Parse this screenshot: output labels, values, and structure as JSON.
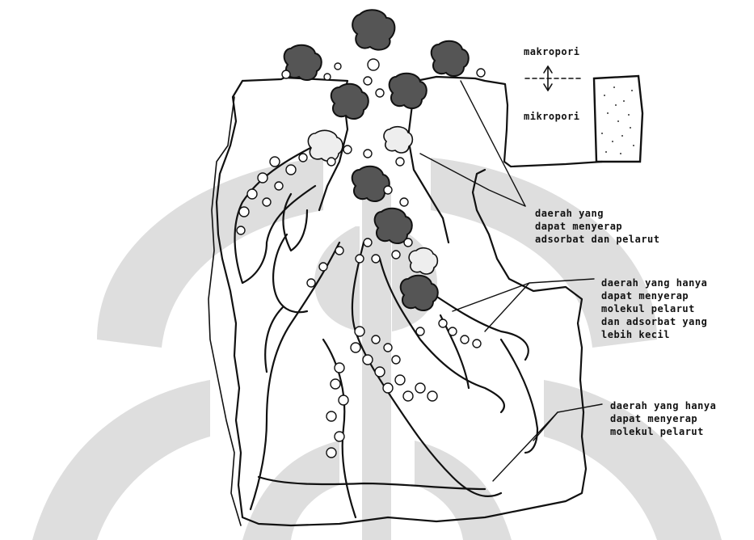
{
  "labels": {
    "makropori": "makropori",
    "mikropori": "mikropori",
    "zone1": [
      "daerah yang",
      "dapat menyerap",
      "adsorbat dan pelarut"
    ],
    "zone2": [
      "daerah yang hanya",
      "dapat menyerap",
      "molekul pelarut",
      "dan adsorbat yang",
      "lebih kecil"
    ],
    "zone3": [
      "daerah yang hanya",
      "dapat menyerap",
      "molekul pelarut"
    ]
  },
  "colors": {
    "ink": "#111111",
    "watermark": "#dcdcdc",
    "background": "#ffffff"
  }
}
